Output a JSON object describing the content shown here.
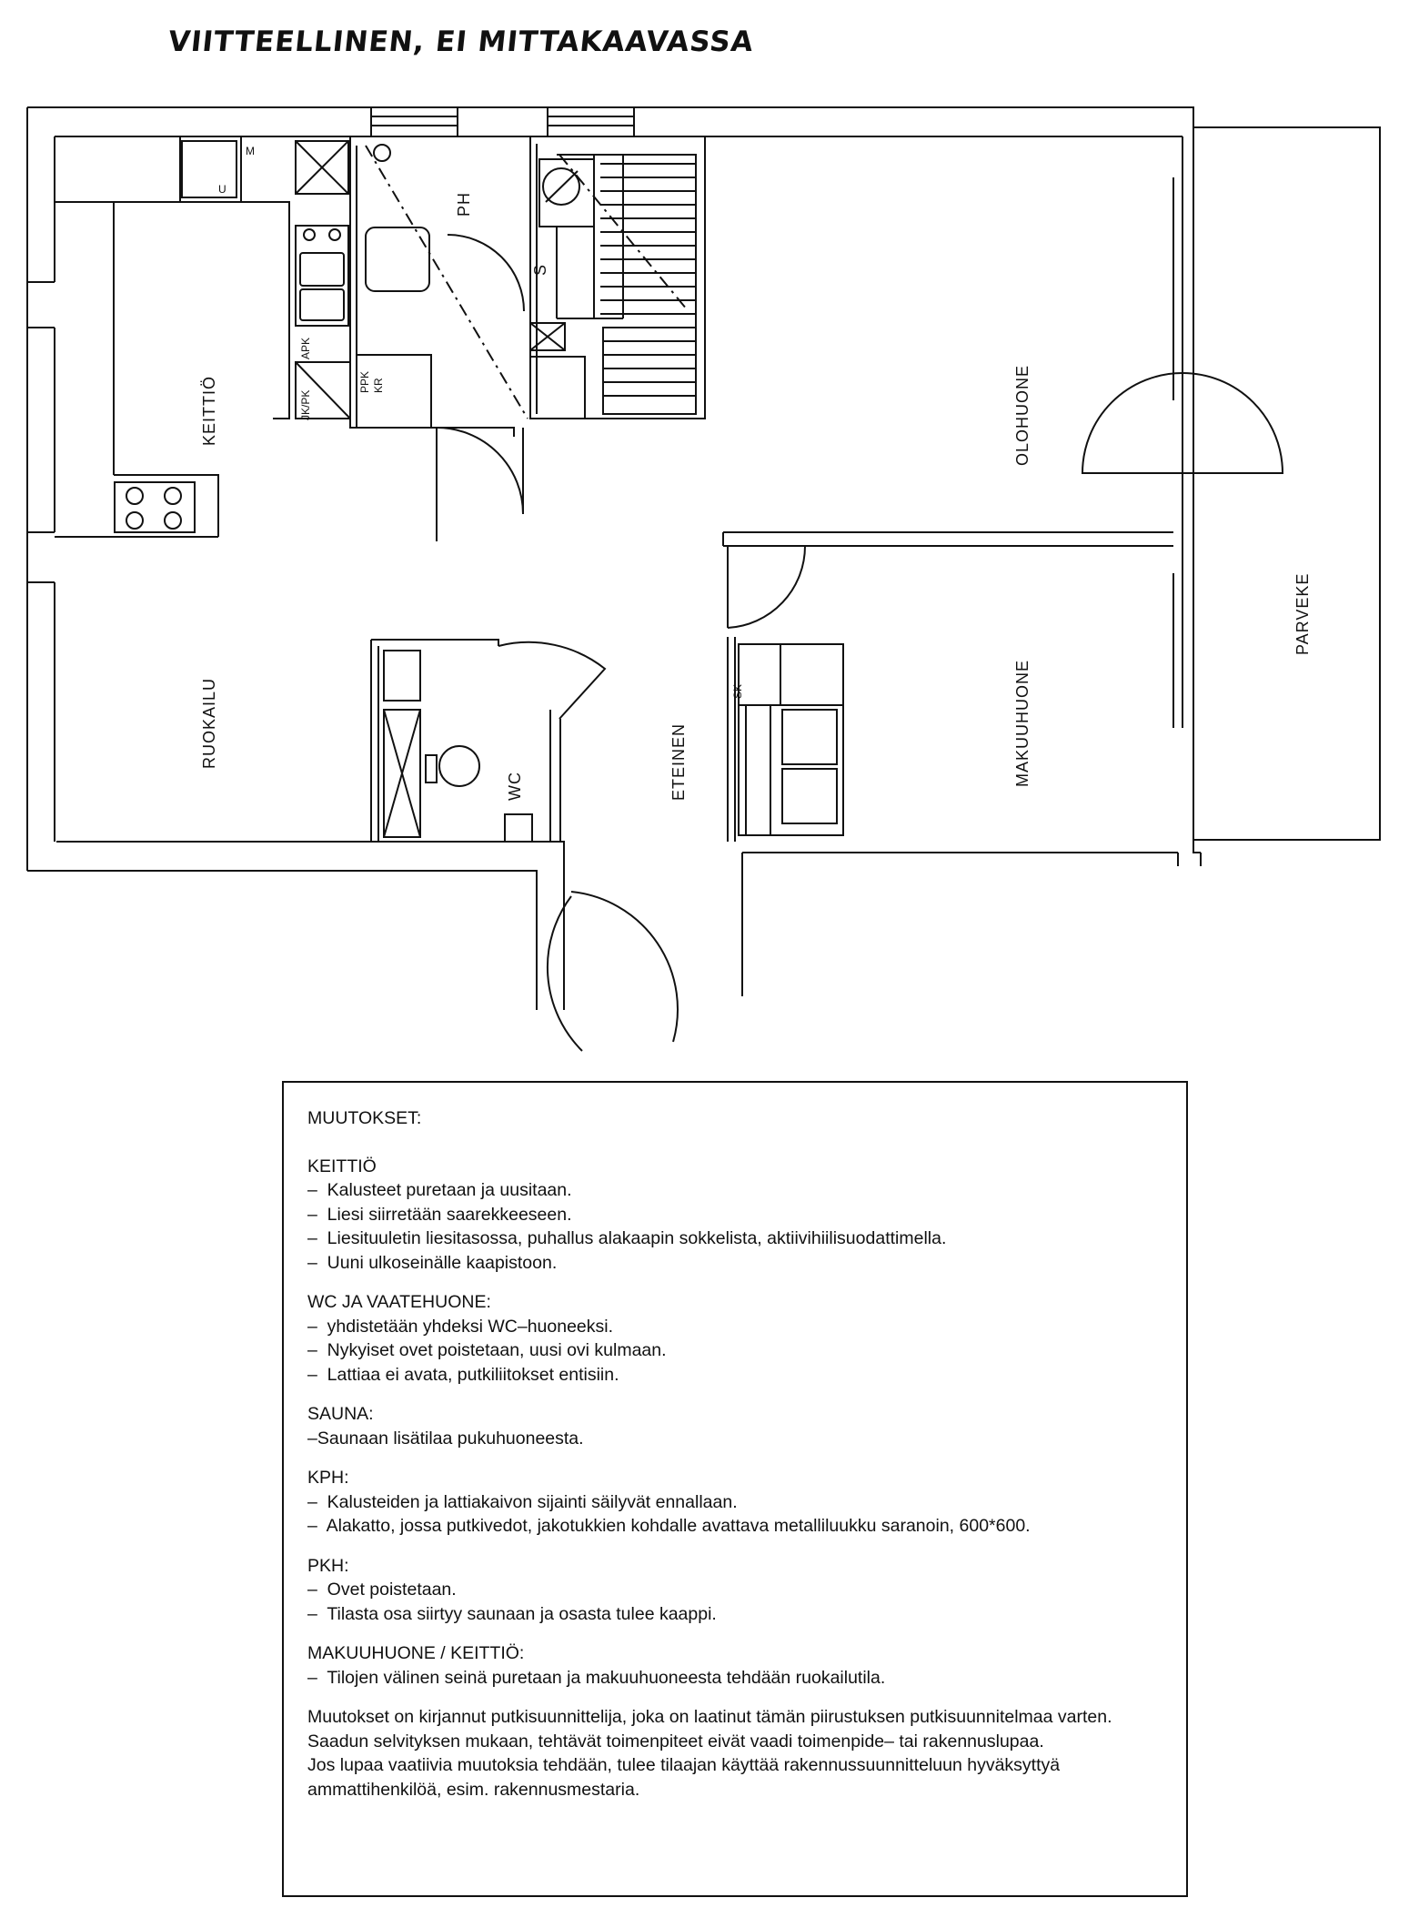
{
  "title": "VIITTEELLINEN, EI MITTAKAAVASSA",
  "rooms": {
    "keittio": "KEITTIÖ",
    "ph": "PH",
    "s": "S",
    "olohuone": "OLOHUONE",
    "parveke": "PARVEKE",
    "ruokailu": "RUOKAILU",
    "wc": "WC",
    "eteinen": "ETEINEN",
    "makuuhuone": "MAKUUHUONE"
  },
  "fixtures": {
    "u": "U",
    "m": "M",
    "apk": "APK",
    "jkpk": "JK/PK",
    "ppk": "PPK",
    "kr": "KR",
    "sk": "SK"
  },
  "notes": {
    "heading": "MUUTOKSET:",
    "sections": [
      {
        "heading": "KEITTIÖ",
        "lines": [
          "–  Kalusteet puretaan ja uusitaan.",
          "–  Liesi siirretään saarekkeeseen.",
          "–  Liesituuletin liesitasossa, puhallus alakaapin sokkelista, aktiivihiilisuodattimella.",
          "–  Uuni ulkoseinälle kaapistoon."
        ]
      },
      {
        "heading": "WC JA VAATEHUONE:",
        "lines": [
          "–  yhdistetään yhdeksi WC–huoneeksi.",
          "–  Nykyiset ovet poistetaan, uusi ovi kulmaan.",
          "–  Lattiaa ei avata, putkiliitokset entisiin."
        ]
      },
      {
        "heading": "SAUNA:",
        "lines": [
          "–Saunaan lisätilaa pukuhuoneesta."
        ]
      },
      {
        "heading": "KPH:",
        "lines": [
          "–  Kalusteiden ja lattiakaivon sijainti säilyvät ennallaan.",
          "–  Alakatto, jossa putkivedot, jakotukkien kohdalle avattava metalliluukku saranoin, 600*600."
        ]
      },
      {
        "heading": "PKH:",
        "lines": [
          "–  Ovet poistetaan.",
          "–  Tilasta osa siirtyy saunaan ja osasta tulee kaappi."
        ]
      },
      {
        "heading": "MAKUUHUONE / KEITTIÖ:",
        "lines": [
          "–  Tilojen välinen seinä puretaan ja makuuhuoneesta tehdään ruokailutila."
        ]
      }
    ],
    "footer": [
      "Muutokset on kirjannut putkisuunnittelija, joka on laatinut tämän piirustuksen putkisuunnitelmaa varten.",
      "Saadun selvityksen mukaan, tehtävät toimenpiteet eivät vaadi toimenpide– tai rakennuslupaa.",
      "Jos lupaa vaatiivia muutoksia tehdään, tulee tilaajan käyttää rakennussuunnitteluun hyväksyttyä ammattihenkilöä, esim. rakennusmestaria."
    ]
  }
}
